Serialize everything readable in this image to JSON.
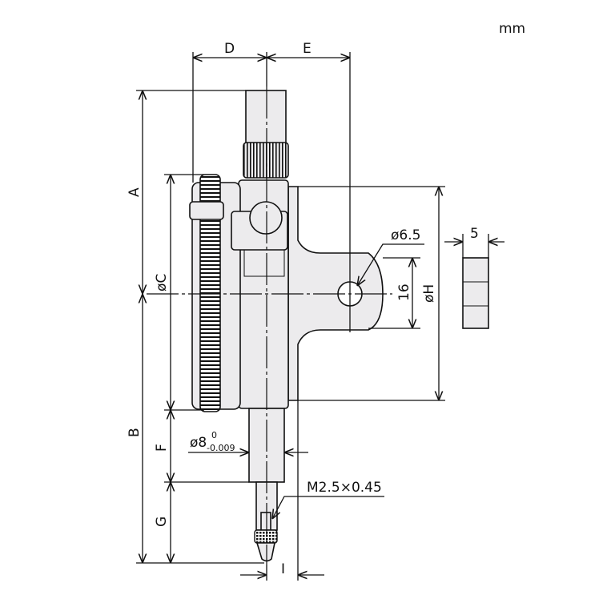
{
  "units": "mm",
  "dimensions": {
    "A": "A",
    "B": "B",
    "C": "øC",
    "D": "D",
    "E": "E",
    "F": "F",
    "G": "G",
    "H": "øH",
    "I": "I",
    "lug_hole": "ø6.5",
    "lug_height": "16",
    "lug_thickness": "5",
    "stem_diameter": "ø8",
    "stem_tol_upper": "0",
    "stem_tol_lower": "-0.009",
    "contact_thread": "M2.5×0.45"
  },
  "colors": {
    "part_fill": "#ecebed",
    "line": "#111111"
  }
}
